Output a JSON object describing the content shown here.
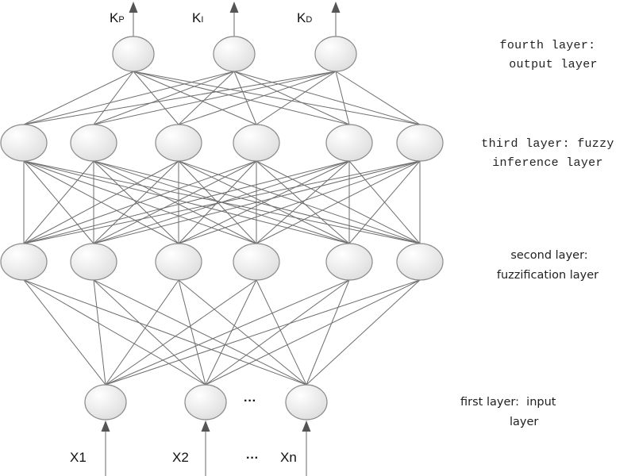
{
  "diagram": {
    "type": "fuzzy neural network",
    "outputs": [
      {
        "main": "K",
        "sub": "P"
      },
      {
        "main": "K",
        "sub": "I"
      },
      {
        "main": "K",
        "sub": "D"
      }
    ],
    "inputs": [
      "X1",
      "X2",
      "Xn"
    ],
    "ellipsis": "···",
    "layers": [
      {
        "name": "output",
        "node_count": 3,
        "label_line1": "fourth layer:",
        "label_line2": "output layer"
      },
      {
        "name": "fuzzy-inference",
        "node_count": 6,
        "label_line1": "third layer: fuzzy",
        "label_line2": "inference layer"
      },
      {
        "name": "fuzzification",
        "node_count": 6,
        "label_line1": "second layer:",
        "label_line2": "fuzzification layer"
      },
      {
        "name": "input",
        "node_count": 3,
        "label_line1": "first layer:  input",
        "label_line2": "layer"
      }
    ],
    "connectivity": "fully connected between adjacent layers",
    "colors": {
      "node_fill_light": "#ffffff",
      "node_fill_dark": "#dcdcdc",
      "node_stroke": "#8a8a8a",
      "edge": "#6e6e6e",
      "arrow": "#555555"
    }
  }
}
